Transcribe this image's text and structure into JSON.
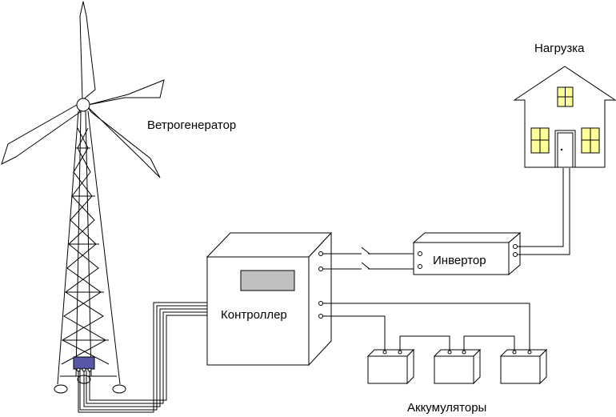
{
  "labels": {
    "wind_generator": "Ветрогенератор",
    "load": "Нагрузка",
    "controller": "Контроллер",
    "inverter": "Инвертор",
    "batteries": "Аккумуляторы"
  },
  "colors": {
    "window_fill": "#ffff99",
    "display_fill": "#c0c0c0",
    "generator_fill": "#5858a8"
  }
}
